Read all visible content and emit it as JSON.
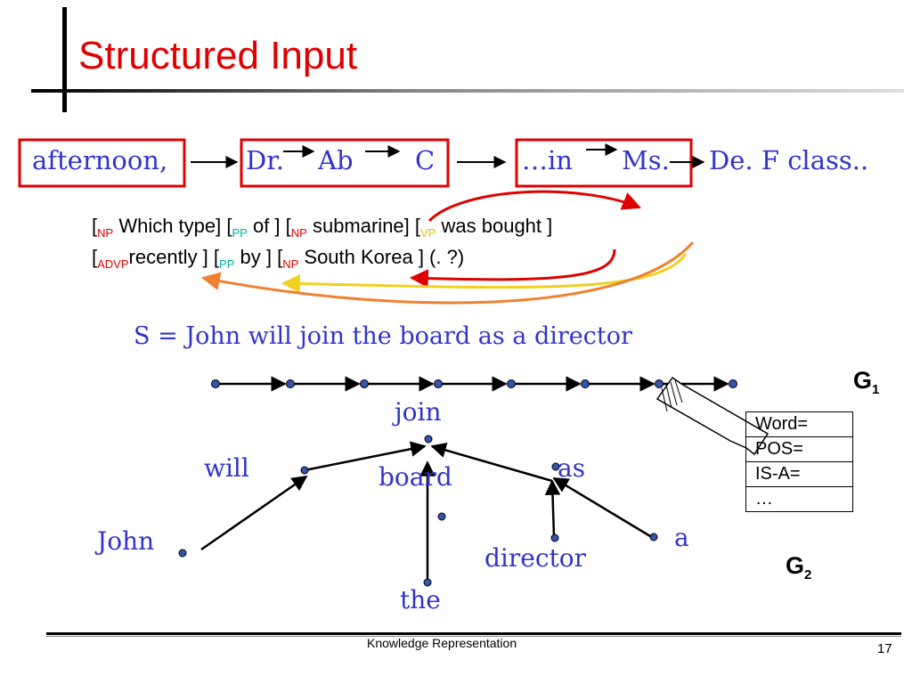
{
  "slide": {
    "title": "Structured Input",
    "footer": "Knowledge Representation",
    "page_number": "17"
  },
  "words_row": {
    "tokens": [
      "afternoon,",
      "Dr.",
      "Ab",
      "C",
      "…in",
      "Ms.",
      "De. F class.."
    ]
  },
  "sentence": {
    "line1": {
      "np1_tag": "NP",
      "np1_text": "Which type]",
      "pp1_tag": "PP",
      "pp1_text": "of ]",
      "np2_tag": "NP",
      "np2_text": "submarine]",
      "vp_tag": "VP",
      "vp_text": "was bought ]"
    },
    "line2": {
      "advp_tag": "ADVP",
      "advp_text": "recently ]",
      "pp2_tag": "PP",
      "pp2_text": "by ]",
      "np3_tag": "NP",
      "np3_text": "South Korea ] (. ?)"
    }
  },
  "graph": {
    "sentence_label": "S = John will join the board as a director",
    "g1_label": "G",
    "g1_sub": "1",
    "g2_label": "G",
    "g2_sub": "2",
    "nodes": {
      "join": "join",
      "will": "will",
      "board": "board",
      "as": "as",
      "john": "John",
      "a": "a",
      "director": "director",
      "the": "the"
    },
    "features": [
      "Word=",
      "POS=",
      "IS-A=",
      "…"
    ]
  },
  "colors": {
    "title": "#e00000",
    "handwriting": "#3333cc",
    "box_outline": "#e00000",
    "arrow_red": "#e00000",
    "arrow_yellow": "#f0d020",
    "arrow_orange": "#f08030",
    "node": "#3355aa"
  }
}
